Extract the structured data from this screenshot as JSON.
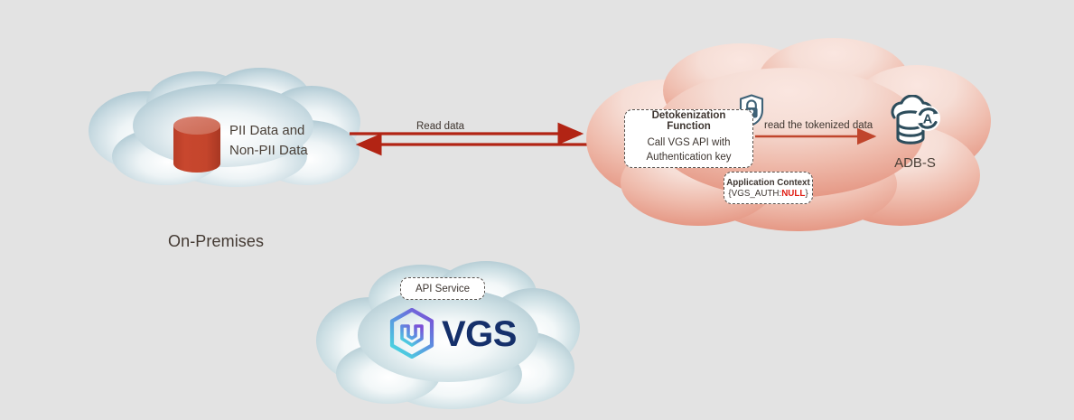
{
  "diagram": {
    "background_color": "#e3e3e3",
    "accent_red": "#b22414",
    "salmon": "#e89d8c",
    "blue_gray": "#aec8d2",
    "null_color": "#e01b12",
    "vgs_navy": "#15306b"
  },
  "onprem_cloud": {
    "name": "On-Premises",
    "database_icon": "database-cylinder-icon",
    "database_label_line1": "PII Data and",
    "database_label_line2": "Non-PII Data"
  },
  "cloud_right": {
    "detokenization": {
      "title": "Detokenization Function",
      "sub_line1": "Call VGS API with",
      "sub_line2": "Authentication key",
      "lock_icon": "shield-lock-icon"
    },
    "app_context": {
      "title": "Application Context",
      "value_prefix": "{VGS_AUTH:",
      "value_null": "NULL",
      "value_suffix": "}"
    },
    "adbs": {
      "label": "ADB-S",
      "icon": "autonomous-database-cloud-icon"
    },
    "inner_arrow_label": "read the tokenized data"
  },
  "vgs_cloud": {
    "api_service_label": "API Service",
    "brand_text": "VGS",
    "logo_icon": "vgs-hexagon-logo-icon"
  },
  "connector": {
    "label": "Read data"
  }
}
